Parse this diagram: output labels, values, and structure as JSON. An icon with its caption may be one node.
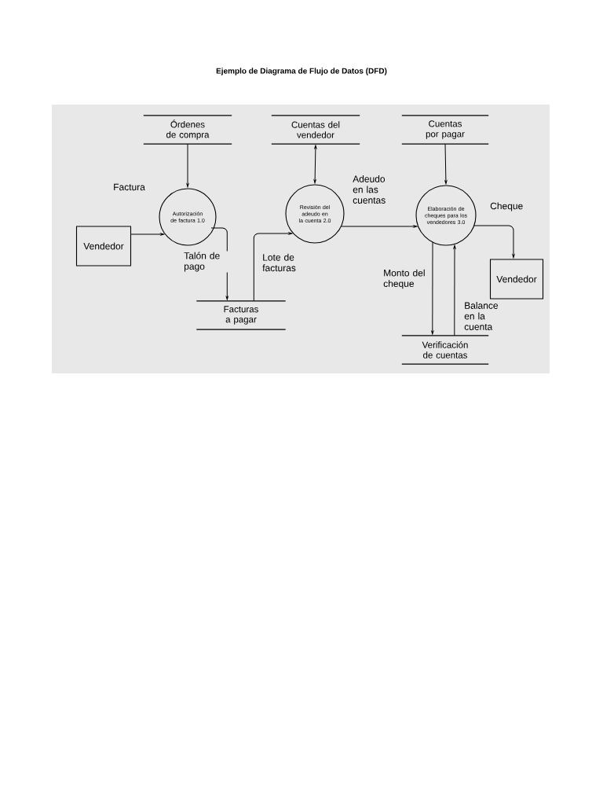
{
  "diagram": {
    "title": "Ejemplo de Diagrama de Flujo de Datos (DFD)",
    "nodes": [
      {
        "text": [
          "Órdenes de compra"
        ]
      },
      {
        "text": [
          "Cuentas del vendedor"
        ]
      },
      {
        "text": [
          "Cuentas por pagar"
        ]
      },
      {
        "text": [
          "Vendedor"
        ]
      },
      {
        "text": [
          "Autorización de factura 1.0"
        ]
      },
      {
        "text": [
          "Revisión del adeudo en la cuenta 2.0"
        ]
      },
      {
        "text": [
          "Elaboración de cheques para los vendedores 3.0"
        ]
      },
      {
        "text": [
          "Facturas a pagar"
        ]
      },
      {
        "text": [
          "Vendedor"
        ]
      },
      {
        "text": [
          "Verificación de cuentas"
        ]
      }
    ],
    "edges": [
      {
        "from": 0,
        "to": 4,
        "arrow": "to"
      },
      {
        "from": 1,
        "to": 5,
        "arrow": "both"
      },
      {
        "from": 2,
        "to": 6,
        "arrow": "to"
      },
      {
        "from": 3,
        "to": 4,
        "arrow": "to",
        "label": "Factura"
      },
      {
        "from": 4,
        "to": 7,
        "arrow": "to",
        "label": "Talón de pago"
      },
      {
        "from": 7,
        "to": 5,
        "arrow": "to",
        "label": "Lote de facturas"
      },
      {
        "from": 5,
        "to": 6,
        "arrow": "to",
        "label": "Adeudo en las cuentas"
      },
      {
        "from": 6,
        "to": 8,
        "arrow": "to",
        "label": "Cheque"
      },
      {
        "from": 6,
        "to": 9,
        "arrow": "to",
        "label": "Monto del cheque"
      },
      {
        "from": 9,
        "to": 6,
        "arrow": "to",
        "label": "Balance en la cuenta"
      }
    ]
  }
}
